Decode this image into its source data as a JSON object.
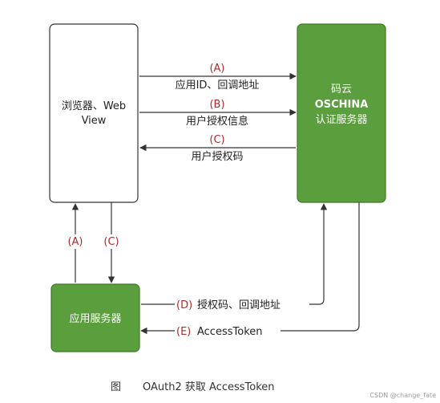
{
  "nodes": {
    "browser": {
      "line1": "浏览器、Web",
      "line2": "View"
    },
    "auth_server": {
      "line1": "码云",
      "line2": "OSCHINA",
      "line3": "认证服务器"
    },
    "app_server": {
      "label": "应用服务器"
    }
  },
  "edges": {
    "top_a": {
      "step": "(A)",
      "text": "应用ID、回调地址"
    },
    "top_b": {
      "step": "(B)",
      "text": "用户授权信息"
    },
    "top_c": {
      "step": "(C)",
      "text": "用户授权码"
    },
    "vert_a": {
      "step": "(A)"
    },
    "vert_c": {
      "step": "(C)"
    },
    "bottom_d": {
      "step": "(D)",
      "text": "授权码、回调地址"
    },
    "bottom_e": {
      "step": "(E)",
      "text": "AccessToken"
    }
  },
  "caption": {
    "prefix": "图",
    "text": "OAuth2 获取 AccessToken"
  },
  "watermark": "CSDN @change_fate",
  "colors": {
    "green": "#5b9e3d",
    "green_border": "#3f7a27",
    "step_red": "#b22a2a",
    "line": "#333333"
  }
}
